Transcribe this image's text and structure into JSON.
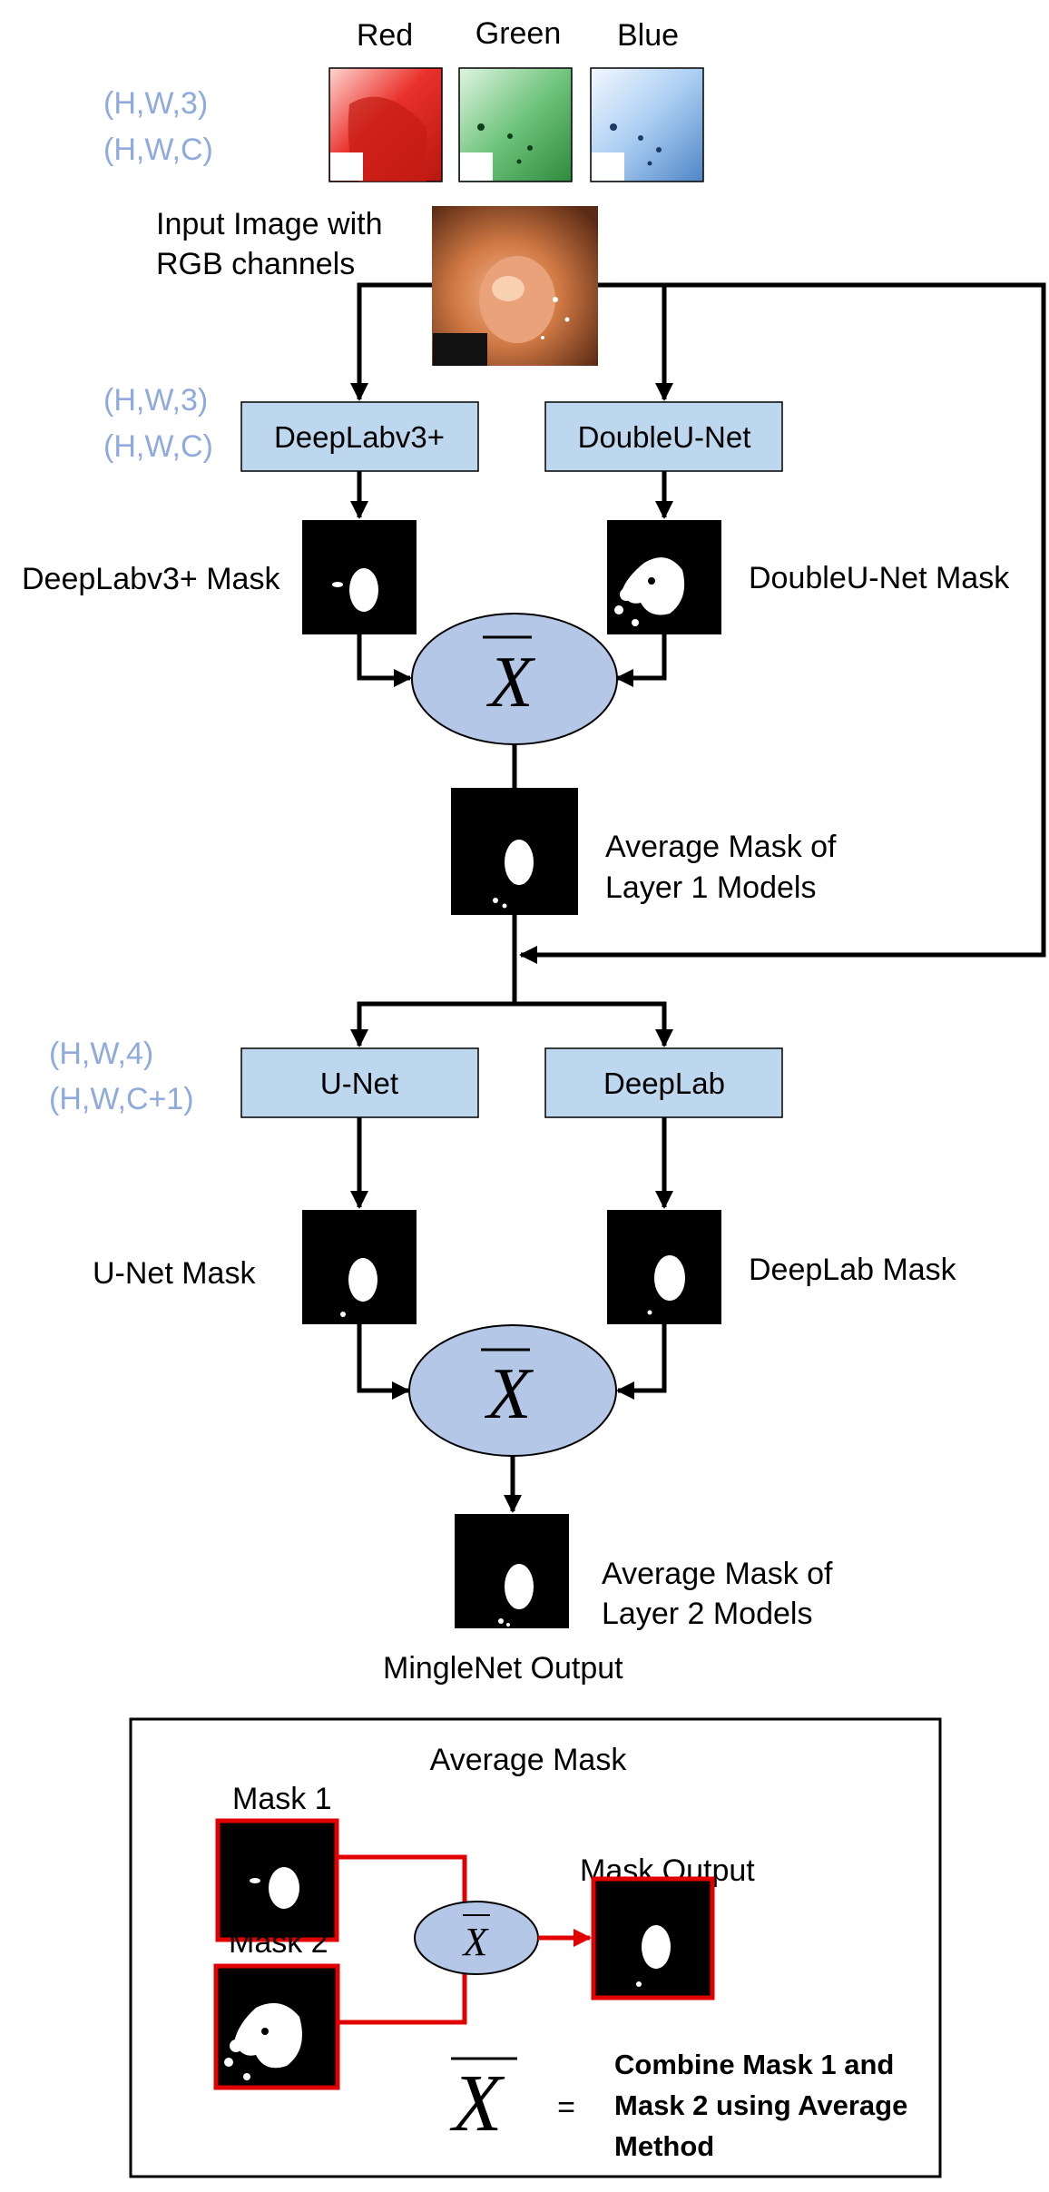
{
  "channels": {
    "red": "Red",
    "green": "Green",
    "blue": "Blue"
  },
  "dims": {
    "input": [
      "(H,W,3)",
      "(H,W,C)"
    ],
    "layer1": [
      "(H,W,3)",
      "(H,W,C)"
    ],
    "layer2": [
      "(H,W,4)",
      "(H,W,C+1)"
    ]
  },
  "input_label": [
    "Input Image with",
    "RGB channels"
  ],
  "layer1": {
    "model_a": "DeepLabv3+",
    "model_b": "DoubleU-Net",
    "mask_a": "DeepLabv3+ Mask",
    "mask_b": "DoubleU-Net Mask",
    "average": [
      "Average Mask of",
      "Layer 1 Models"
    ]
  },
  "layer2": {
    "model_a": "U-Net",
    "model_b": "DeepLab",
    "mask_a": "U-Net Mask",
    "mask_b": "DeepLab Mask",
    "average": [
      "Average Mask of",
      "Layer 2 Models"
    ],
    "output": "MingleNet Output"
  },
  "legend": {
    "title": "Average Mask",
    "mask1": "Mask 1",
    "mask2": "Mask 2",
    "output": "Mask Output",
    "description": [
      "Combine Mask 1 and",
      "Mask 2 using Average",
      "Method"
    ]
  },
  "operator_symbol": "X",
  "equals": "=",
  "colors": {
    "model_box": "#bdd7ee",
    "ellipse": "#b4c7e7",
    "dim_text": "#8faadc",
    "legend_arrow": "#e00000"
  }
}
